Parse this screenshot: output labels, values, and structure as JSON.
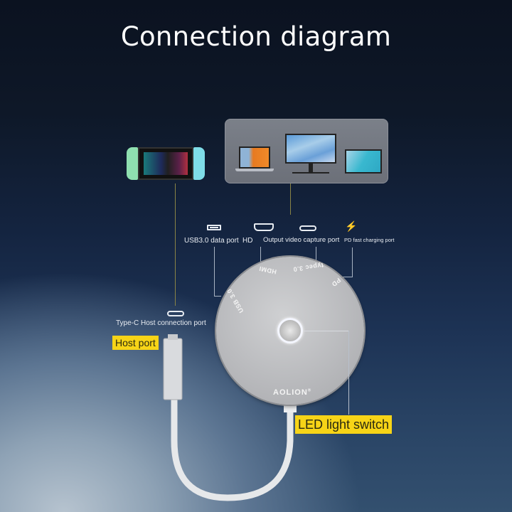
{
  "title": "Connection diagram",
  "devices": {
    "console": "handheld-game-console",
    "panel": [
      "laptop",
      "monitor",
      "tablet"
    ]
  },
  "ports": [
    {
      "icon": "usb-a-icon",
      "label": "USB3.0 data port"
    },
    {
      "icon": "hdmi-icon",
      "label": "HD"
    },
    {
      "icon": "usb-c-icon",
      "label": "Output video capture port"
    },
    {
      "icon": "pd-charging-icon",
      "label": "PD fast charging port"
    }
  ],
  "host": {
    "icon": "usb-c-icon",
    "label": "Type-C Host connection port",
    "tag": "Host port"
  },
  "hub": {
    "labels": {
      "usb": "USB 3.0",
      "hdmi": "HDMI",
      "typec": "typec 3.0",
      "pd": "PD"
    },
    "brand": "AOLION",
    "trademark": "®"
  },
  "led": {
    "tag": "LED light switch"
  },
  "colors": {
    "tag_bg": "#f7d417",
    "line_yellow": "#8a8446",
    "line_white": "#a8b3c2"
  }
}
